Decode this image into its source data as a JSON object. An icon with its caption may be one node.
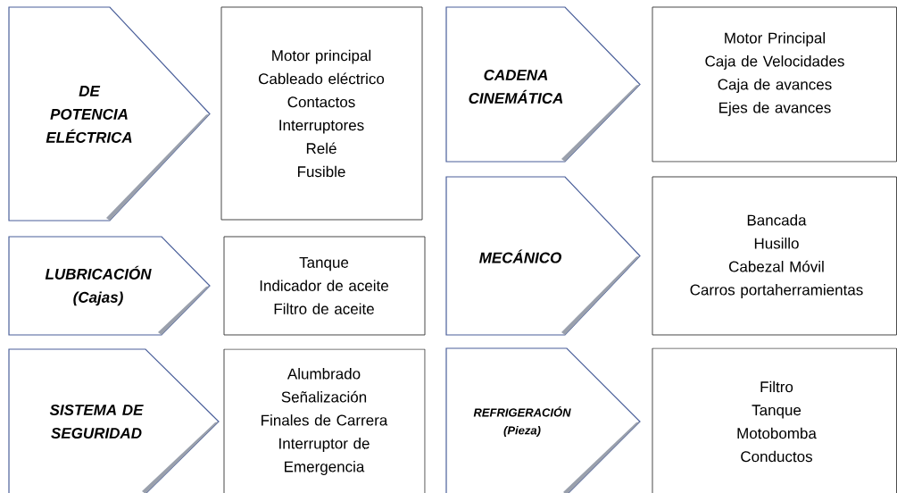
{
  "diagram": {
    "nodes": [
      {
        "text": [
          "DE POTENCIA ELÉCTRICA"
        ]
      },
      {
        "text": [
          "Motor principal",
          "Cableado eléctrico",
          "Contactos",
          "Interruptores",
          "Relé",
          "Fusible"
        ]
      },
      {
        "text": [
          "CADENA CINEMÁTICA"
        ]
      },
      {
        "text": [
          "Motor Principal",
          "Caja de Velocidades",
          "Caja de avances",
          "Ejes de avances"
        ]
      },
      {
        "text": [
          "LUBRICACIÓN",
          "(Cajas)"
        ]
      },
      {
        "text": [
          "Tanque",
          "Indicador de aceite",
          "Filtro de aceite"
        ]
      },
      {
        "text": [
          "MECÁNICO"
        ]
      },
      {
        "text": [
          "Bancada",
          "Husillo",
          "Cabezal Móvil",
          "Carros portaherramientas"
        ]
      },
      {
        "text": [
          "SISTEMA DE SEGURIDAD"
        ]
      },
      {
        "text": [
          "Alumbrado",
          "Señalización",
          "Finales de Carrera",
          "Interruptor de Emergencia"
        ]
      },
      {
        "text": [
          "REFRIGERACIÓN",
          "(Pieza)"
        ]
      },
      {
        "text": [
          "Filtro",
          "Tanque",
          "Motobomba",
          "Conductos"
        ]
      }
    ]
  }
}
